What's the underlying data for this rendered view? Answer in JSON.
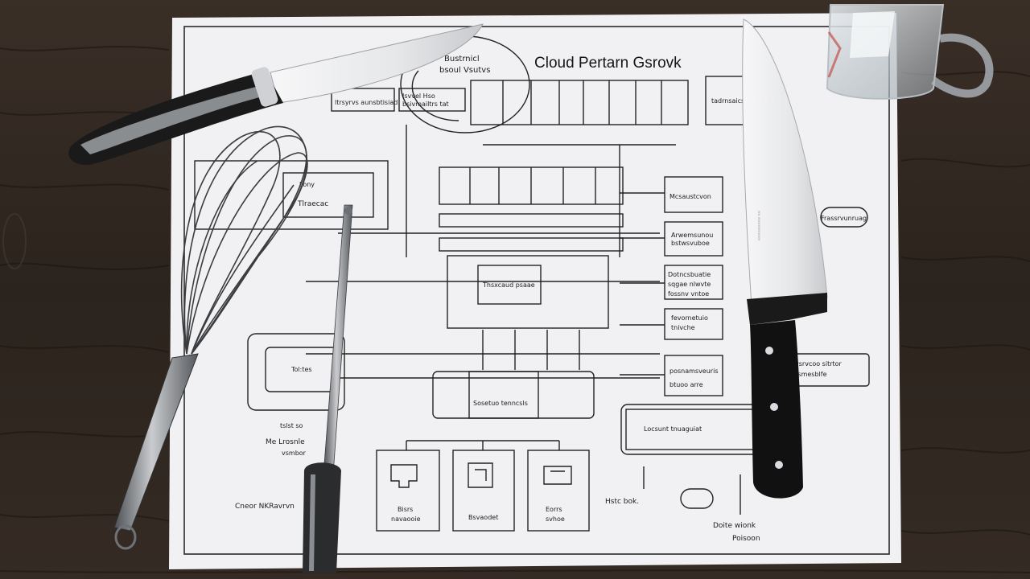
{
  "diagram": {
    "title": "Cloud Pertarn Gsrovk",
    "top_note": [
      "Bustrnicl",
      "bsoul Vsutvs"
    ],
    "top_boxes": [
      "ltrsyrvs aunsbtisiad",
      "Isvvel  Hso\nbsivmailtrs tat",
      "tadrnsaicscs"
    ],
    "left_box": [
      "Lony",
      "Tlraecac"
    ],
    "center_box": "Thsxcaud psaae",
    "center_bottom_box": "Sosetuo tenncsls",
    "left_mid_box": "Tol:tes",
    "right_boxes": [
      "Mcsaustcvon",
      "Arwemsunou\nbstwsvuboe",
      "Dotncsbuatie\nsqgae nlwvte\nfossnv vntoe",
      "fevornetuio\ntnivche",
      "posnamsveuris\nbtuoo arre"
    ],
    "far_right": [
      "Frassrvunruag",
      "ptwsrvcoo sitrtor\nsnssmesblfe"
    ],
    "lower_wide_box": "Locsunt tnuaguiat",
    "bottom_boxes": [
      "Bisrs\nnavaooie",
      "Bsvaodet",
      "Eorrs\nsvhoe"
    ],
    "left_annotations": [
      "tslst so\nMe Lrosnle\nvsmbor",
      "Cneor NKRavrvn"
    ],
    "bottom_annotations": [
      "Hstc  bok.",
      "Doite  wionk\nPoisoon"
    ],
    "knife_engraving": "ww wwwwwwwww"
  },
  "objects": [
    "chef-knife",
    "paring-knife",
    "balloon-whisk",
    "honing-steel",
    "glass-measuring-cup",
    "wooden-table"
  ],
  "colors": {
    "table": "#2a221d",
    "paper": "#f1f1f3",
    "ink": "#1d1d1d",
    "blade": "#e8e9ea",
    "handle": "#121212",
    "steel": "#8c8f92"
  }
}
